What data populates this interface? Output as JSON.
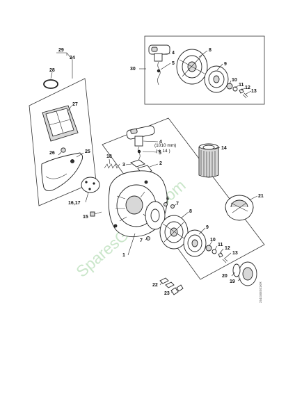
{
  "watermark": "SparesGarden.com",
  "drawing_code": "254GBE031KR",
  "annotation": {
    "length": "(1010 mm)",
    "ref": "(➔ 14 )"
  },
  "labels": {
    "p1": "1",
    "p2": "2",
    "p3": "3",
    "p4a": "4",
    "p4b": "4",
    "p5a": "5",
    "p5b": "5",
    "p6": "6",
    "p7a": "7",
    "p7b": "7",
    "p8a": "8",
    "p8b": "8",
    "p9a": "9",
    "p9b": "9",
    "p10a": "10",
    "p10b": "10",
    "p11a": "11",
    "p11b": "11",
    "p12a": "12",
    "p12b": "12",
    "p13a": "13",
    "p13b": "13",
    "p14": "14",
    "p15": "15",
    "p1617": "16,17",
    "p18": "18",
    "p19": "19",
    "p20": "20",
    "p21": "21",
    "p22": "22",
    "p23": "23",
    "p24": "24",
    "p25": "25",
    "p26": "26",
    "p27": "27",
    "p28": "28",
    "p29": "29",
    "p30": "30"
  }
}
